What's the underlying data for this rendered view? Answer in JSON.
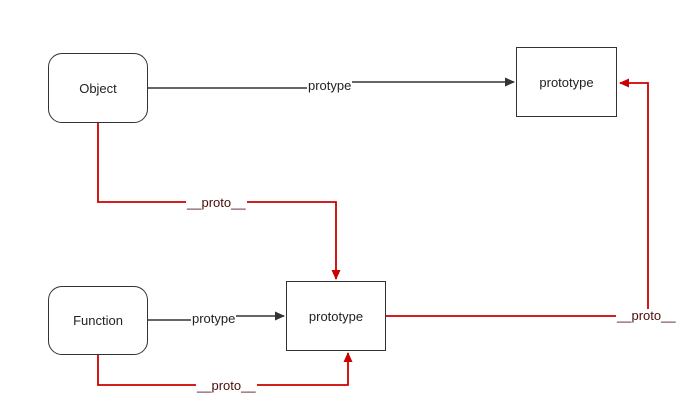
{
  "nodes": {
    "object": "Object",
    "function": "Function",
    "object_prototype": "prototype",
    "function_prototype": "prototype"
  },
  "edges": {
    "object_to_prototype": "protype",
    "object_to_function_prototype": "__proto__",
    "function_to_prototype": "protype",
    "function_proto_loop": "__proto__",
    "function_prototype_to_object_prototype": "__proto__"
  },
  "colors": {
    "black_edge": "#333333",
    "red_edge": "#cc0000"
  }
}
